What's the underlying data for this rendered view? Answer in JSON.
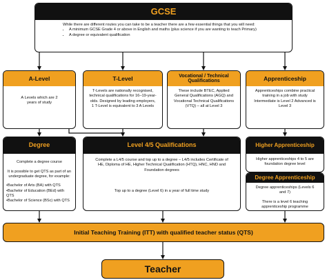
{
  "gcse": {
    "title": "GCSE",
    "intro": "While there are different routes you can take to be a teacher there are a few essential things that you will need:",
    "bullets": [
      "A minimum GCSE Grade 4 or above in English and maths (plus science if you are wanting to teach Primary)",
      "A degree or equivalent qualification"
    ]
  },
  "routes": {
    "alevel": {
      "title": "A-Level",
      "text": "A Levels which are 2 years of study"
    },
    "tlevel": {
      "title": "T-Level",
      "text": "T-Levels are nationally recognised, technical qualifications for 16–19-year-olds. Designed by leading employers, 1 T-Level is equivalent to 3 A Levels"
    },
    "vocational": {
      "title": "Vocational / Technical Qualifications",
      "text": "These include BTEC, Applied General Qualifications (AGQ) and Vocational Technical Qualifications (VTQ) – all at Level 3"
    },
    "apprenticeship": {
      "title": "Apprenticeship",
      "text": "Apprenticeships combine practical training in a job with study Intermediate is Level 2 Advanced is Level 3"
    }
  },
  "degree": {
    "title": "Degree",
    "line1": "Complete a degree course",
    "line2": "It is possible to get QTS as part of an undergraduate degree, for example:",
    "examples": [
      "Bachelor of Arts (BA) with QTS",
      "Bachelor of Education (BEd) with QTS",
      "Bachelor of Science (BSc) with QTS"
    ]
  },
  "level45": {
    "title": "Level 4/5 Qualifications",
    "text1": "Complete a L4/5 course and top up to a degree – L4/5 includes Certificate of HE, Diploma of HE, Higher Technical Qualification (HTQ), HNC, HND and Foundation degrees",
    "text2": "Top up to a degree (Level 6) in a year of full time study"
  },
  "higher_apprenticeship": {
    "title": "Higher Apprenticeship",
    "text": "Higher apprenticeships 4 to 5 are foundation degree level"
  },
  "degree_apprenticeship": {
    "title": "Degree Apprenticeship",
    "text1": "Degree apprenticeships (Levels 6 and 7)",
    "text2": "There is a level 6 teaching apprenticeship programme"
  },
  "itt": {
    "title": "Initial Teaching Training (ITT) with qualified teacher status (QTS)"
  },
  "teacher": {
    "title": "Teacher"
  },
  "colors": {
    "gold": "#f0a020",
    "black": "#111111",
    "white": "#ffffff"
  }
}
